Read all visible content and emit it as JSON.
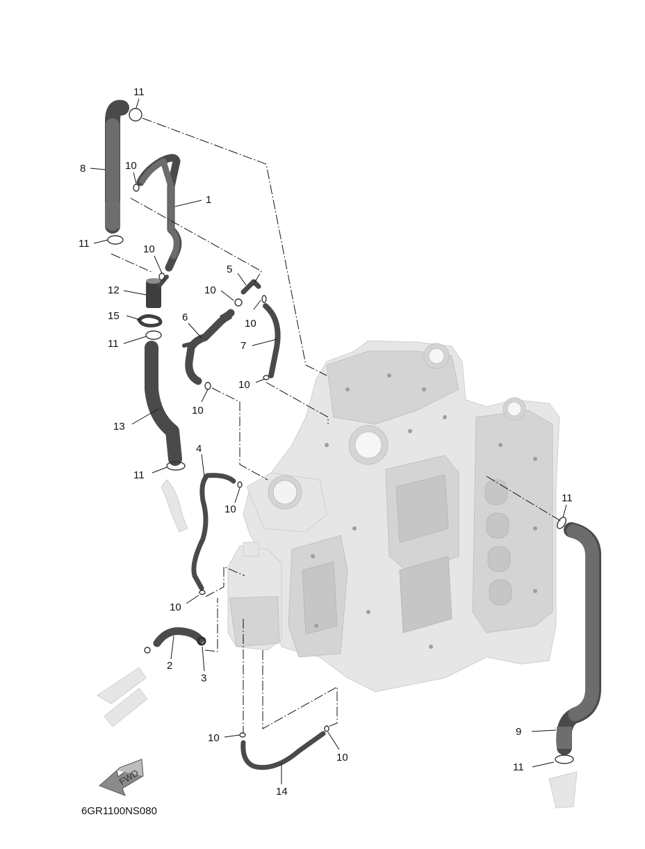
{
  "diagram": {
    "drawing_code": "6GR1100NS080",
    "fwd_label": "FWD",
    "callouts": {
      "p1": "1",
      "p2": "2",
      "p3": "3",
      "p4": "4",
      "p5": "5",
      "p6": "6",
      "p7": "7",
      "p8": "8",
      "p9": "9",
      "p12": "12",
      "p13": "13",
      "p14": "14",
      "p15": "15",
      "c10_a": "10",
      "c10_b": "10",
      "c10_c": "10",
      "c10_d": "10",
      "c10_e": "10",
      "c10_f": "10",
      "c10_g": "10",
      "c10_h": "10",
      "c10_i": "10",
      "c10_j": "10",
      "c11_a": "11",
      "c11_b": "11",
      "c11_c": "11",
      "c11_d": "11",
      "c11_e": "11",
      "c11_f": "11"
    }
  }
}
